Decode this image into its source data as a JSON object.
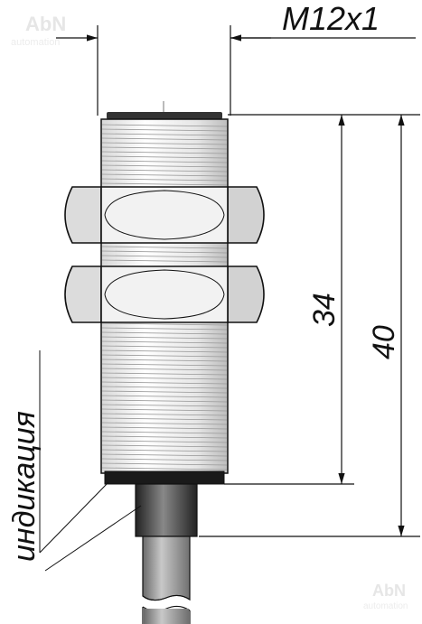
{
  "title": "",
  "labels": {
    "thread": "M12x1",
    "dim_thread_length": "34",
    "dim_total_length": "40",
    "indication": "индикация"
  },
  "watermark": {
    "brand": "AbN",
    "sub": "automation"
  },
  "colors": {
    "line": "#111111",
    "body": "#f0f0f0",
    "nut": "#e8e8e8",
    "cable": "#9a9a9a",
    "collar": "#444444",
    "watermark": "#e6e6e6"
  }
}
